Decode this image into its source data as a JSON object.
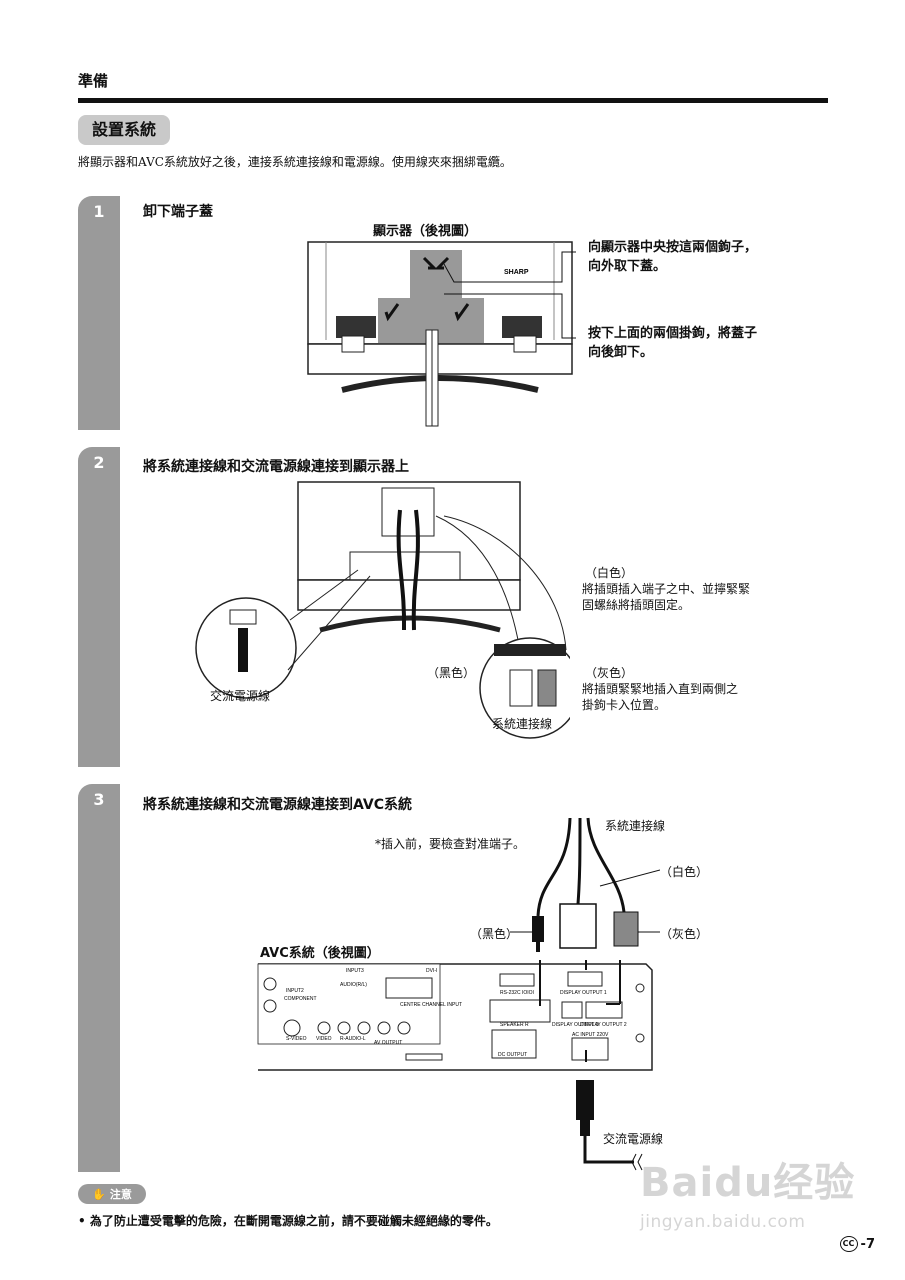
{
  "header": {
    "section_label": "準備"
  },
  "title": "設置系統",
  "intro": "將顯示器和AVC系統放好之後，連接系統連接線和電源線。使用線夾來捆綁電纜。",
  "steps": [
    {
      "number": "1",
      "title": "卸下端子蓋",
      "diagram_title": "顯示器（後視圖）",
      "callouts": [
        "向顯示器中央按這兩個鉤子，向外取下蓋。",
        "按下上面的兩個掛鉤，將蓋子向後卸下。"
      ],
      "brand": "SHARP"
    },
    {
      "number": "2",
      "title": "將系統連接線和交流電源線連接到顯示器上",
      "labels": {
        "white": "（白色）",
        "white_note": "將插頭插入端子之中、並擰緊緊固螺絲將插頭固定。",
        "black": "（黑色）",
        "gray": "（灰色）",
        "gray_note": "將插頭緊緊地插入直到兩側之掛鉤卡入位置。",
        "ac_cord": "交流電源線",
        "system_cable": "系統連接線"
      }
    },
    {
      "number": "3",
      "title": "將系統連接線和交流電源線連接到AVC系統",
      "labels": {
        "check_note": "*插入前，要檢查對准端子。",
        "system_cable": "系統連接線",
        "white": "（白色）",
        "black": "（黑色）",
        "gray": "（灰色）",
        "avc_title": "AVC系統（後視圖）",
        "ac_cord": "交流電源線"
      },
      "panel_labels": {
        "input3": "INPUT3",
        "audio": "AUDIO(R/L)",
        "dvi": "DVI-I",
        "centre": "CENTRE CHANNEL INPUT",
        "rs232": "RS-232C IOIOI",
        "display_out1": "DISPLAY OUTPUT 1",
        "display_out2": "DISPLAY OUTPUT 2",
        "display_out3": "DISPLAY OUTPUT 3",
        "speaker": "SPEAKER R",
        "dc_output": "DC OUTPUT",
        "ac_input": "AC INPUT 220V",
        "svideo": "S-VIDEO",
        "video": "VIDEO",
        "raudio": "R-AUDIO-L",
        "av_output": "AV OUTPUT",
        "component": "COMPONENT",
        "input2": "INPUT2"
      }
    }
  ],
  "warning": {
    "label": "注意",
    "text": "• 為了防止遭受電擊的危險，在斷開電源線之前，請不要碰觸未經絕緣的零件。"
  },
  "page": {
    "cc": "CC",
    "number": "-7"
  },
  "watermark": {
    "logo": "Baidu经验",
    "url": "jingyan.baidu.com"
  }
}
